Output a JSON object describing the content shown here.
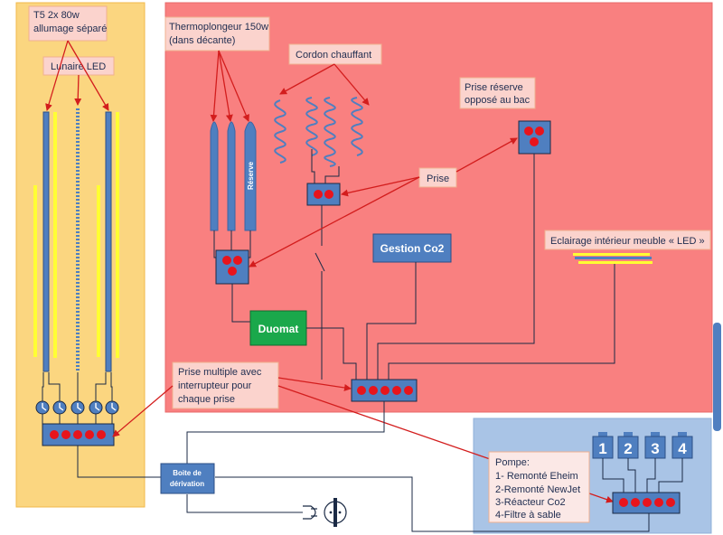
{
  "labels": {
    "t5": [
      "T5 2x 80w",
      "allumage séparé"
    ],
    "lunaire": "Lunaire LED",
    "thermo": [
      "Thermoplongeur 150w",
      "(dans décante)"
    ],
    "reserve_vertical": "Réserve",
    "cordon": "Cordon chauffant",
    "prise_reserve": [
      "Prise réserve",
      "opposé au bac"
    ],
    "prise": "Prise",
    "gestion": "Gestion Co2",
    "eclairage": "Eclairage intérieur meuble « LED »",
    "duomat": "Duomat",
    "prise_multiple": [
      "Prise multiple avec",
      "interrupteur pour",
      "chaque prise"
    ],
    "boite": [
      "Boite de",
      "dérivation"
    ],
    "pompe": [
      "Pompe:",
      "1- Remonté Eheim",
      "2-Remonté NewJet",
      "3-Réacteur Co2",
      "4-Filtre à sable"
    ],
    "pump_numbers": [
      "1",
      "2",
      "3",
      "4"
    ]
  },
  "colors": {
    "left_panel": "#fbd680",
    "main_panel": "#f98080",
    "pump_panel": "#a9c4e6",
    "device_blue": "#4f7fc0",
    "outlet_red": "#e8141c",
    "duomat_green": "#1aa84b",
    "yellow_strip": "#ffff33",
    "arrow_red": "#d31d1d",
    "label_bg": "#fbd3cd"
  }
}
